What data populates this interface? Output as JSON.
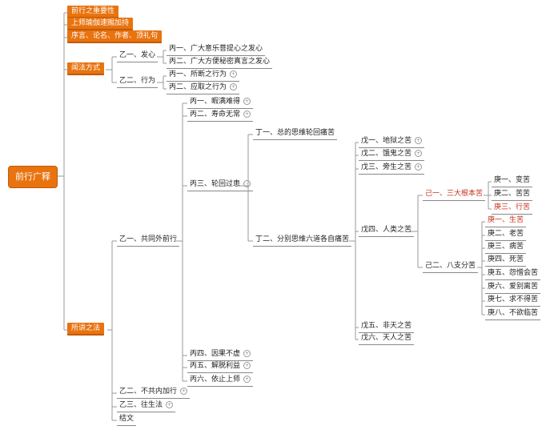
{
  "root": "前行广释",
  "top_items": [
    "前行之重要性",
    "上师瑜伽速赐加持",
    "序言、论名、作者、顶礼句"
  ],
  "section1": {
    "label": "闻法方式",
    "children": [
      {
        "label": "乙一、发心",
        "children": [
          "丙一、广大意乐菩提心之发心",
          "丙二、广大方便秘密真言之发心"
        ]
      },
      {
        "label": "乙二、行为",
        "children": [
          "丙一、所断之行为",
          "丙二、应取之行为"
        ]
      }
    ]
  },
  "section2": {
    "label": "所讲之法",
    "yi1": {
      "label": "乙一、共同外前行",
      "children": [
        "丙一、暇满难得",
        "丙二、寿命无常",
        "丙三、轮回过患",
        "丙四、因果不虚",
        "丙五、解脱利益",
        "丙六、依止上师"
      ]
    },
    "ding1": "丁一、总的思维轮回痛苦",
    "ding2": "丁二、分别思维六道各自痛苦",
    "wu": [
      "戊一、地狱之苦",
      "戊二、饿鬼之苦",
      "戊三、旁生之苦",
      "戊四、人类之苦",
      "戊五、非天之苦",
      "戊六、天人之苦"
    ],
    "ji1": "己一、三大根本苦",
    "ji1_children": [
      "庚一、变苦",
      "庚二、苦苦",
      "庚三、行苦"
    ],
    "ji2": "己二、八支分苦",
    "ji2_children": [
      "庚一、生苦",
      "庚二、老苦",
      "庚三、病苦",
      "庚四、死苦",
      "庚五、怨憎会苦",
      "庚六、爱别离苦",
      "庚七、求不得苦",
      "庚八、不欲临苦"
    ],
    "rest": [
      "乙二、不共内加行",
      "乙三、往生法",
      "结文"
    ]
  },
  "colors": {
    "orange": "#e8730f",
    "red": "#c8321e",
    "line": "#999999"
  },
  "icons": {
    "collapse": "collapse-circle-icon"
  }
}
